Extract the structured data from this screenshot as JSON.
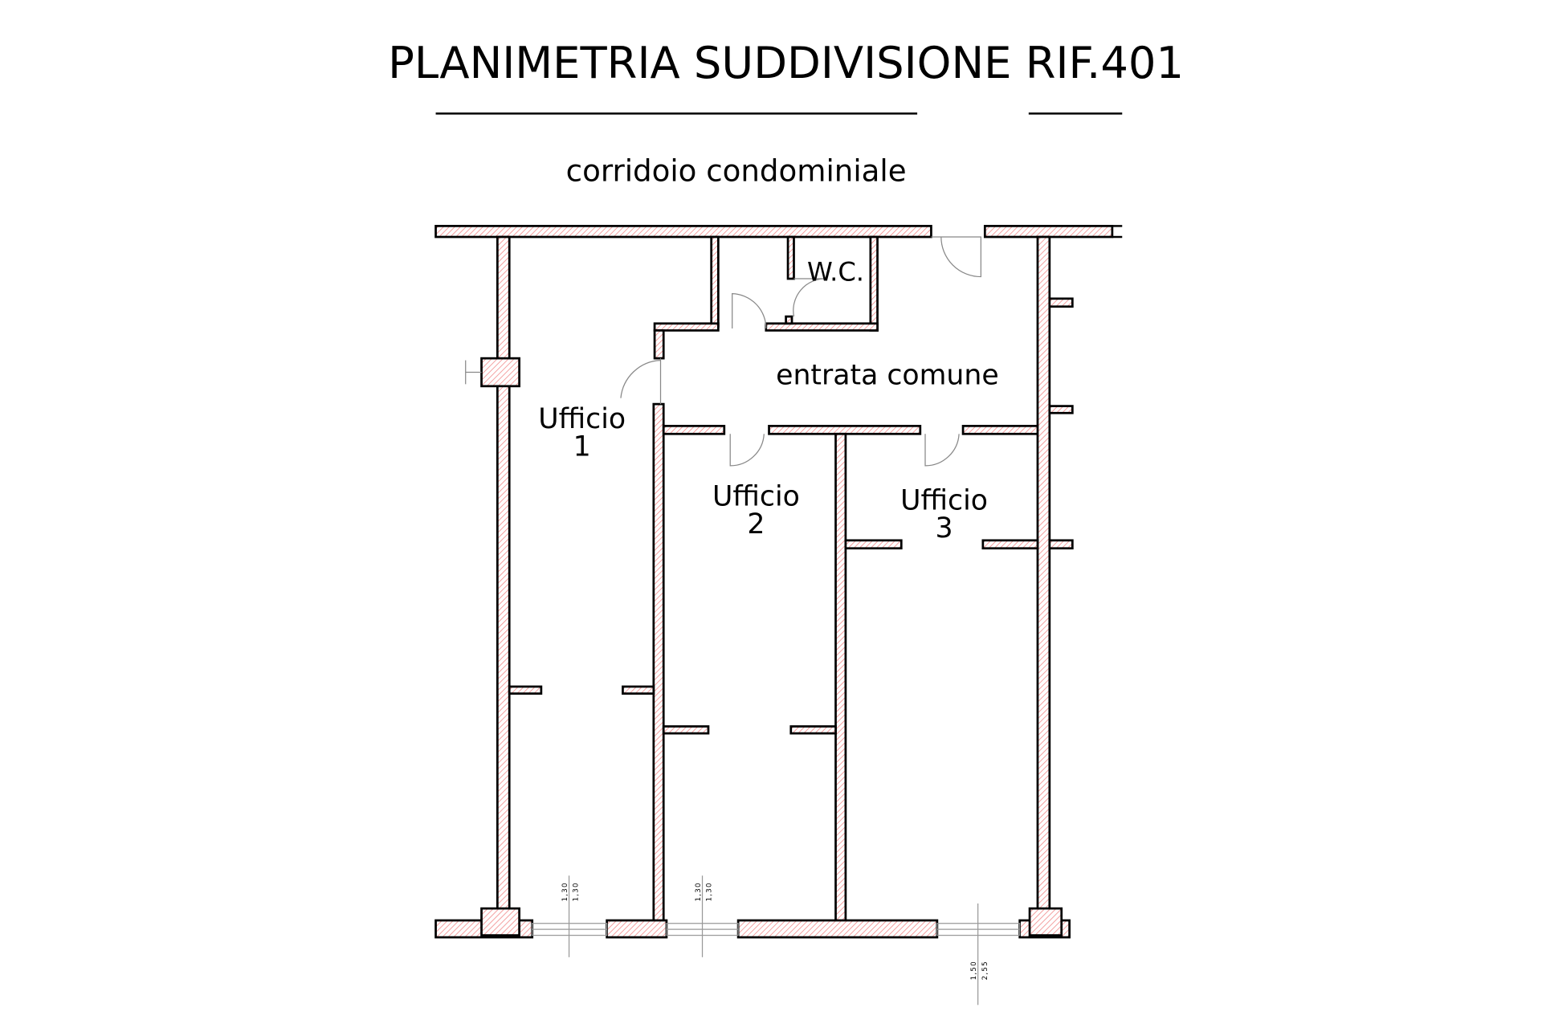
{
  "title": "PLANIMETRIA SUDDIVISIONE RIF.401",
  "labels": {
    "corridor": "corridoio condominiale",
    "wc": "W.C.",
    "entrance": "entrata comune",
    "office1_name": "Ufficio",
    "office1_num": "1",
    "office2_name": "Ufficio",
    "office2_num": "2",
    "office3_name": "Ufficio",
    "office3_num": "3"
  },
  "dimensions": [
    {
      "top": "1,30",
      "bottom": "1,30"
    },
    {
      "top": "1,30",
      "bottom": "1,30"
    },
    {
      "top": "1,50",
      "bottom": "2,55"
    }
  ],
  "colors": {
    "wall_hatch": "#f28b8b",
    "wall_outline": "#000000"
  }
}
